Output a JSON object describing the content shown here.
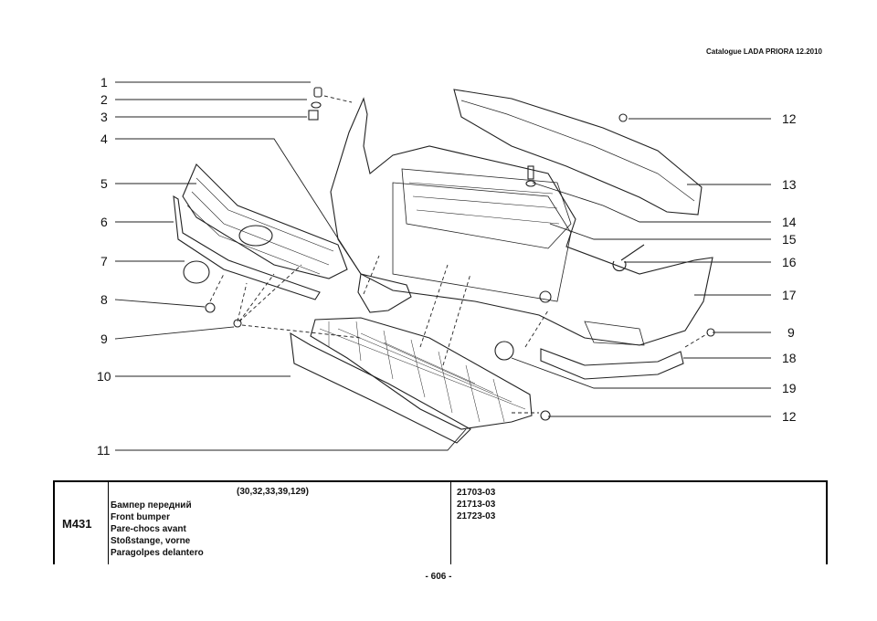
{
  "header": {
    "catalogue": "Catalogue LADA PRIORA 12.2010"
  },
  "callouts": {
    "left": [
      "1",
      "2",
      "3",
      "4",
      "5",
      "6",
      "7",
      "8",
      "9",
      "10",
      "11"
    ],
    "right": [
      "12",
      "13",
      "14",
      "15",
      "16",
      "17",
      "9",
      "18",
      "19",
      "12"
    ]
  },
  "table": {
    "code": "M431",
    "models": "(30,32,33,39,129)",
    "names": [
      "Бампер передний",
      "Front bumper",
      "Pare-chocs avant",
      "Stoßstange, vorne",
      "Paragolpes delantero"
    ],
    "versions": [
      "21703-03",
      "21713-03",
      "21723-03"
    ]
  },
  "footer": {
    "page": "- 606 -"
  }
}
